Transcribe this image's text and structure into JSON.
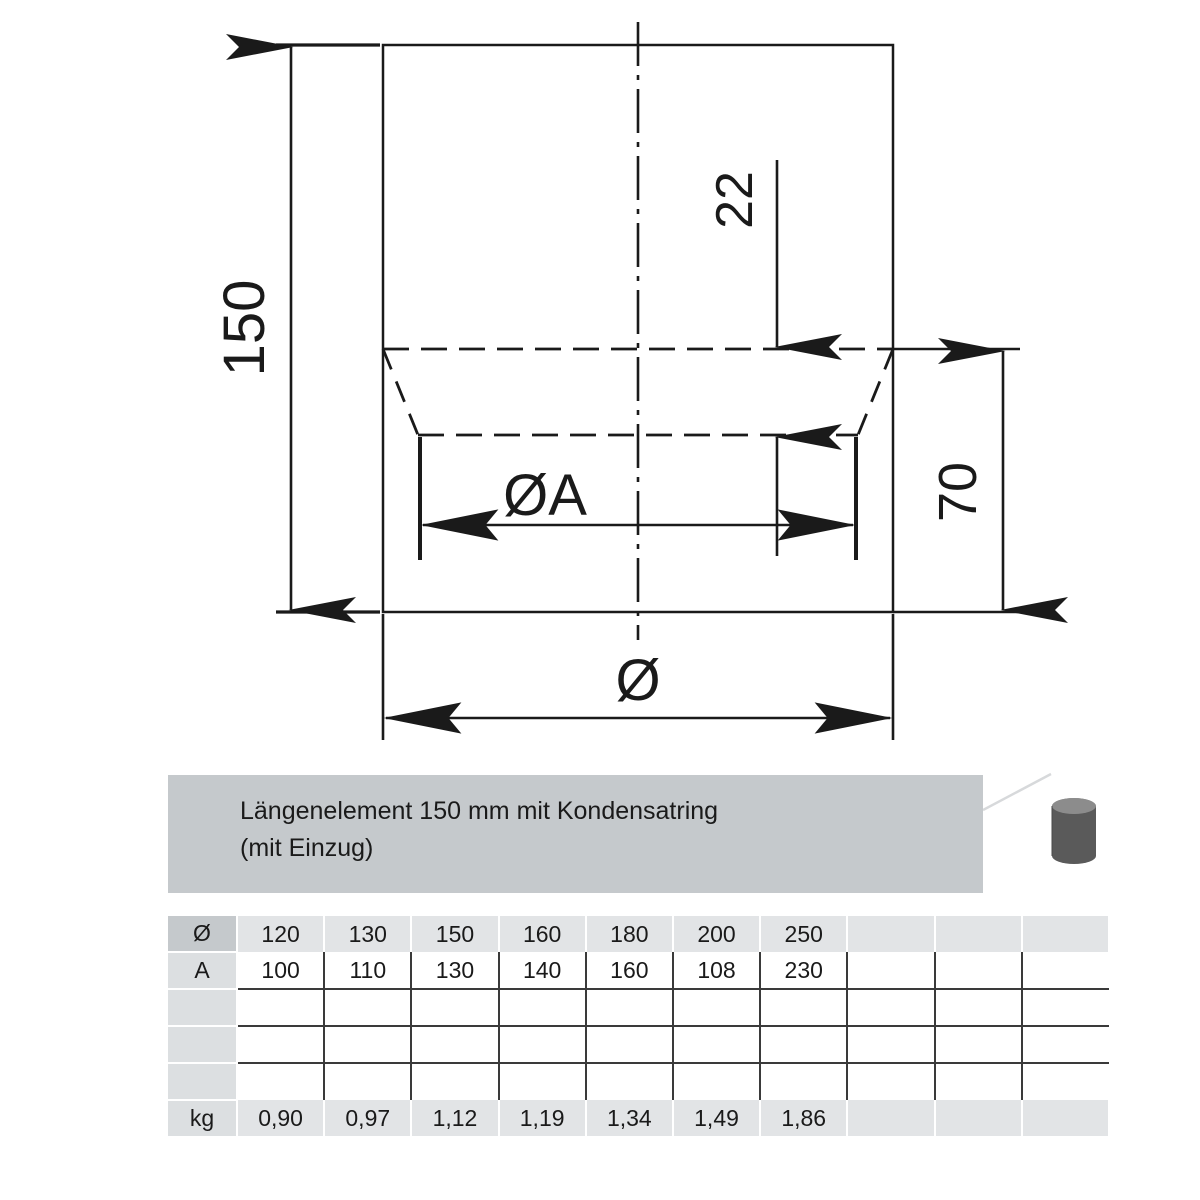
{
  "drawing": {
    "dimensions": {
      "height_total": "150",
      "inset_depth": "22",
      "lower_height": "70",
      "inner_diameter_label": "ØA",
      "outer_diameter_label": "Ø"
    }
  },
  "title": {
    "line1": "Längenelement 150 mm mit Kondensatring",
    "line2": "(mit Einzug)"
  },
  "thumbnail": {
    "name": "pipe-cylinder-thumbnail",
    "body_color": "#5a5a5a",
    "top_color": "#8f8f8f"
  },
  "table": {
    "rows": [
      {
        "type": "head",
        "label": "Ø",
        "cells": [
          "120",
          "130",
          "150",
          "160",
          "180",
          "200",
          "250",
          "",
          "",
          ""
        ]
      },
      {
        "type": "data",
        "label": "A",
        "cells": [
          "100",
          "110",
          "130",
          "140",
          "160",
          "108",
          "230",
          "",
          "",
          ""
        ]
      },
      {
        "type": "blank",
        "label": "",
        "cells": [
          "",
          "",
          "",
          "",
          "",
          "",
          "",
          "",
          "",
          ""
        ]
      },
      {
        "type": "blank",
        "label": "",
        "cells": [
          "",
          "",
          "",
          "",
          "",
          "",
          "",
          "",
          "",
          ""
        ]
      },
      {
        "type": "blank",
        "label": "",
        "cells": [
          "",
          "",
          "",
          "",
          "",
          "",
          "",
          "",
          "",
          ""
        ]
      },
      {
        "type": "kg",
        "label": "kg",
        "cells": [
          "0,90",
          "0,97",
          "1,12",
          "1,19",
          "1,34",
          "1,49",
          "1,86",
          "",
          "",
          ""
        ]
      }
    ]
  },
  "colors": {
    "line": "#1a1a1a",
    "title_bar": "#c5c9cc",
    "cell_shaded": "#e2e4e6",
    "label_shaded": "#dcdfe1"
  }
}
